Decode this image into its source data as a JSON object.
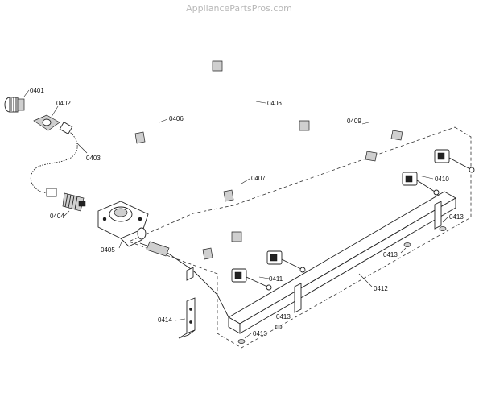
{
  "watermark": "AppliancePartsPros.com",
  "parts": {
    "p0401": "0401",
    "p0402": "0402",
    "p0403": "0403",
    "p0404": "0404",
    "p0405": "0405",
    "p0406a": "0406",
    "p0406b": "0406",
    "p0407": "0407",
    "p0409": "0409",
    "p0410": "0410",
    "p0411": "0411",
    "p0412": "0412",
    "p0413a": "0413",
    "p0413b": "0413",
    "p0413c": "0413",
    "p0413d": "0413",
    "p0414": "0414"
  }
}
